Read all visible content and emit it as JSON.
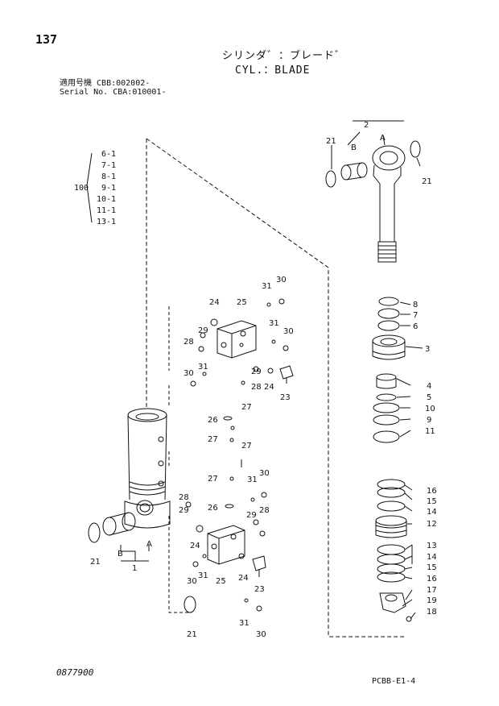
{
  "page": {
    "number": "137",
    "title_jp": "シリンダ゛：ブレード゛",
    "title_en": "CYL.：BLADE",
    "applicability": {
      "line1_label": "適用号機",
      "line1_value": "CBB:002002-",
      "line2_label": "Serial No.",
      "line2_value": "CBA:010001-"
    },
    "footer_left": "0877900",
    "footer_right": "PCBB-E1-4"
  },
  "ref_list": {
    "group_label": "100",
    "items": [
      "6-1",
      "7-1",
      "8-1",
      "9-1",
      "10-1",
      "11-1",
      "13-1"
    ]
  },
  "callouts": {
    "c1": "1",
    "c2": "2",
    "A": "A",
    "B": "B",
    "c3": "3",
    "c4": "4",
    "c5": "5",
    "c6": "6",
    "c7": "7",
    "c8": "8",
    "c9": "9",
    "c10": "10",
    "c11": "11",
    "c12": "12",
    "c13": "13",
    "c14": "14",
    "c15": "15",
    "c16": "16",
    "c17": "17",
    "c18": "18",
    "c19": "19",
    "c21": "21",
    "c23": "23",
    "c24": "24",
    "c25": "25",
    "c26": "26",
    "c27": "27",
    "c28": "28",
    "c29": "29",
    "c30": "30",
    "c31": "31"
  }
}
